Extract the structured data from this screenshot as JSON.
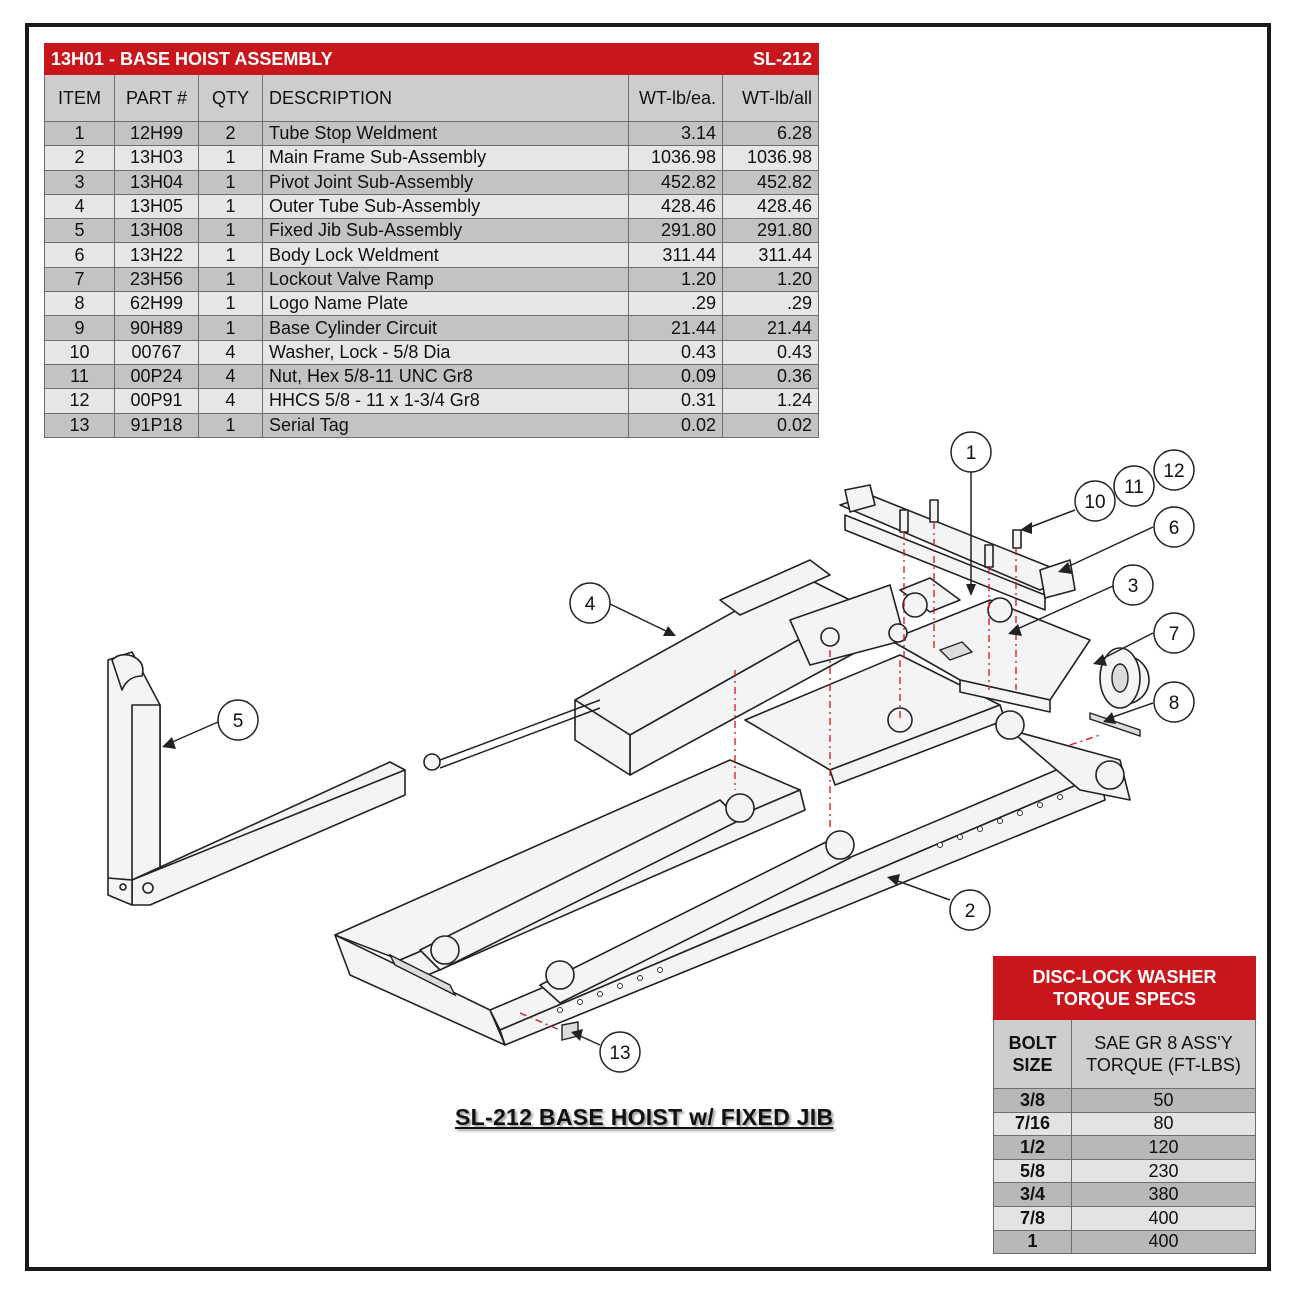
{
  "parts_table": {
    "title": "13H01 - BASE HOIST ASSEMBLY",
    "model": "SL-212",
    "headers": {
      "item": "ITEM",
      "part": "PART #",
      "qty": "QTY",
      "description": "DESCRIPTION",
      "wt_each": "WT-lb/ea.",
      "wt_all": "WT-lb/all"
    },
    "rows": [
      {
        "item": "1",
        "part": "12H99",
        "qty": "2",
        "description": "Tube Stop Weldment",
        "wt_each": "3.14",
        "wt_all": "6.28"
      },
      {
        "item": "2",
        "part": "13H03",
        "qty": "1",
        "description": "Main Frame Sub-Assembly",
        "wt_each": "1036.98",
        "wt_all": "1036.98"
      },
      {
        "item": "3",
        "part": "13H04",
        "qty": "1",
        "description": "Pivot Joint Sub-Assembly",
        "wt_each": "452.82",
        "wt_all": "452.82"
      },
      {
        "item": "4",
        "part": "13H05",
        "qty": "1",
        "description": "Outer Tube Sub-Assembly",
        "wt_each": "428.46",
        "wt_all": "428.46"
      },
      {
        "item": "5",
        "part": "13H08",
        "qty": "1",
        "description": "Fixed Jib Sub-Assembly",
        "wt_each": "291.80",
        "wt_all": "291.80"
      },
      {
        "item": "6",
        "part": "13H22",
        "qty": "1",
        "description": "Body Lock Weldment",
        "wt_each": "311.44",
        "wt_all": "311.44"
      },
      {
        "item": "7",
        "part": "23H56",
        "qty": "1",
        "description": "Lockout Valve Ramp",
        "wt_each": "1.20",
        "wt_all": "1.20"
      },
      {
        "item": "8",
        "part": "62H99",
        "qty": "1",
        "description": "Logo Name Plate",
        "wt_each": ".29",
        "wt_all": ".29"
      },
      {
        "item": "9",
        "part": "90H89",
        "qty": "1",
        "description": "Base Cylinder Circuit",
        "wt_each": "21.44",
        "wt_all": "21.44"
      },
      {
        "item": "10",
        "part": "00767",
        "qty": "4",
        "description": "Washer, Lock - 5/8 Dia",
        "wt_each": "0.43",
        "wt_all": "0.43"
      },
      {
        "item": "11",
        "part": "00P24",
        "qty": "4",
        "description": "Nut, Hex 5/8-11 UNC Gr8",
        "wt_each": "0.09",
        "wt_all": "0.36"
      },
      {
        "item": "12",
        "part": "00P91",
        "qty": "4",
        "description": "HHCS 5/8 - 11 x 1-3/4 Gr8",
        "wt_each": "0.31",
        "wt_all": "1.24"
      },
      {
        "item": "13",
        "part": "91P18",
        "qty": "1",
        "description": "Serial Tag",
        "wt_each": "0.02",
        "wt_all": "0.02"
      }
    ]
  },
  "torque_table": {
    "title": "DISC-LOCK WASHER TORQUE SPECS",
    "header_bolt": "BOLT SIZE",
    "header_torque": "SAE GR 8 ASS'Y TORQUE (FT-LBS)",
    "rows": [
      {
        "size": "3/8",
        "torque": "50"
      },
      {
        "size": "7/16",
        "torque": "80"
      },
      {
        "size": "1/2",
        "torque": "120"
      },
      {
        "size": "5/8",
        "torque": "230"
      },
      {
        "size": "3/4",
        "torque": "380"
      },
      {
        "size": "7/8",
        "torque": "400"
      },
      {
        "size": "1",
        "torque": "400"
      }
    ]
  },
  "balloons": [
    "1",
    "2",
    "3",
    "4",
    "5",
    "6",
    "7",
    "8",
    "10",
    "11",
    "12",
    "13"
  ],
  "caption": "SL-212 BASE HOIST w/ FIXED JIB"
}
